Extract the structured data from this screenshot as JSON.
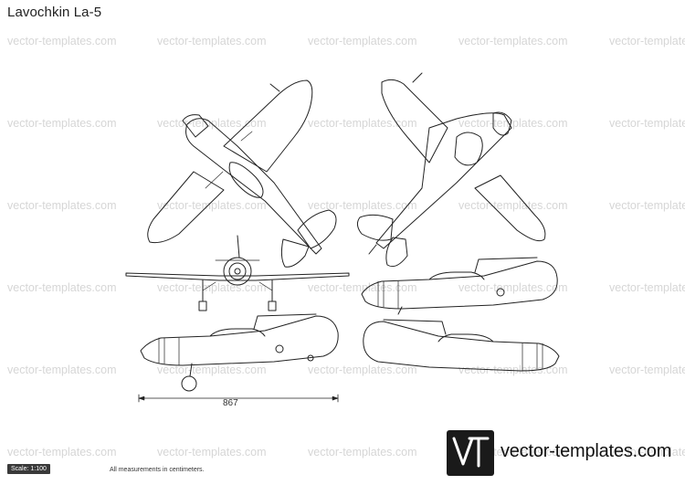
{
  "title": "Lavochkin La-5",
  "watermark": "vector-templates.com",
  "dimension_label": "867",
  "logo": {
    "mark": "VT",
    "text": "vector-templates.com"
  },
  "scale_label": "Scale: 1:100",
  "measurement_note": "All measurements in centimeters."
}
